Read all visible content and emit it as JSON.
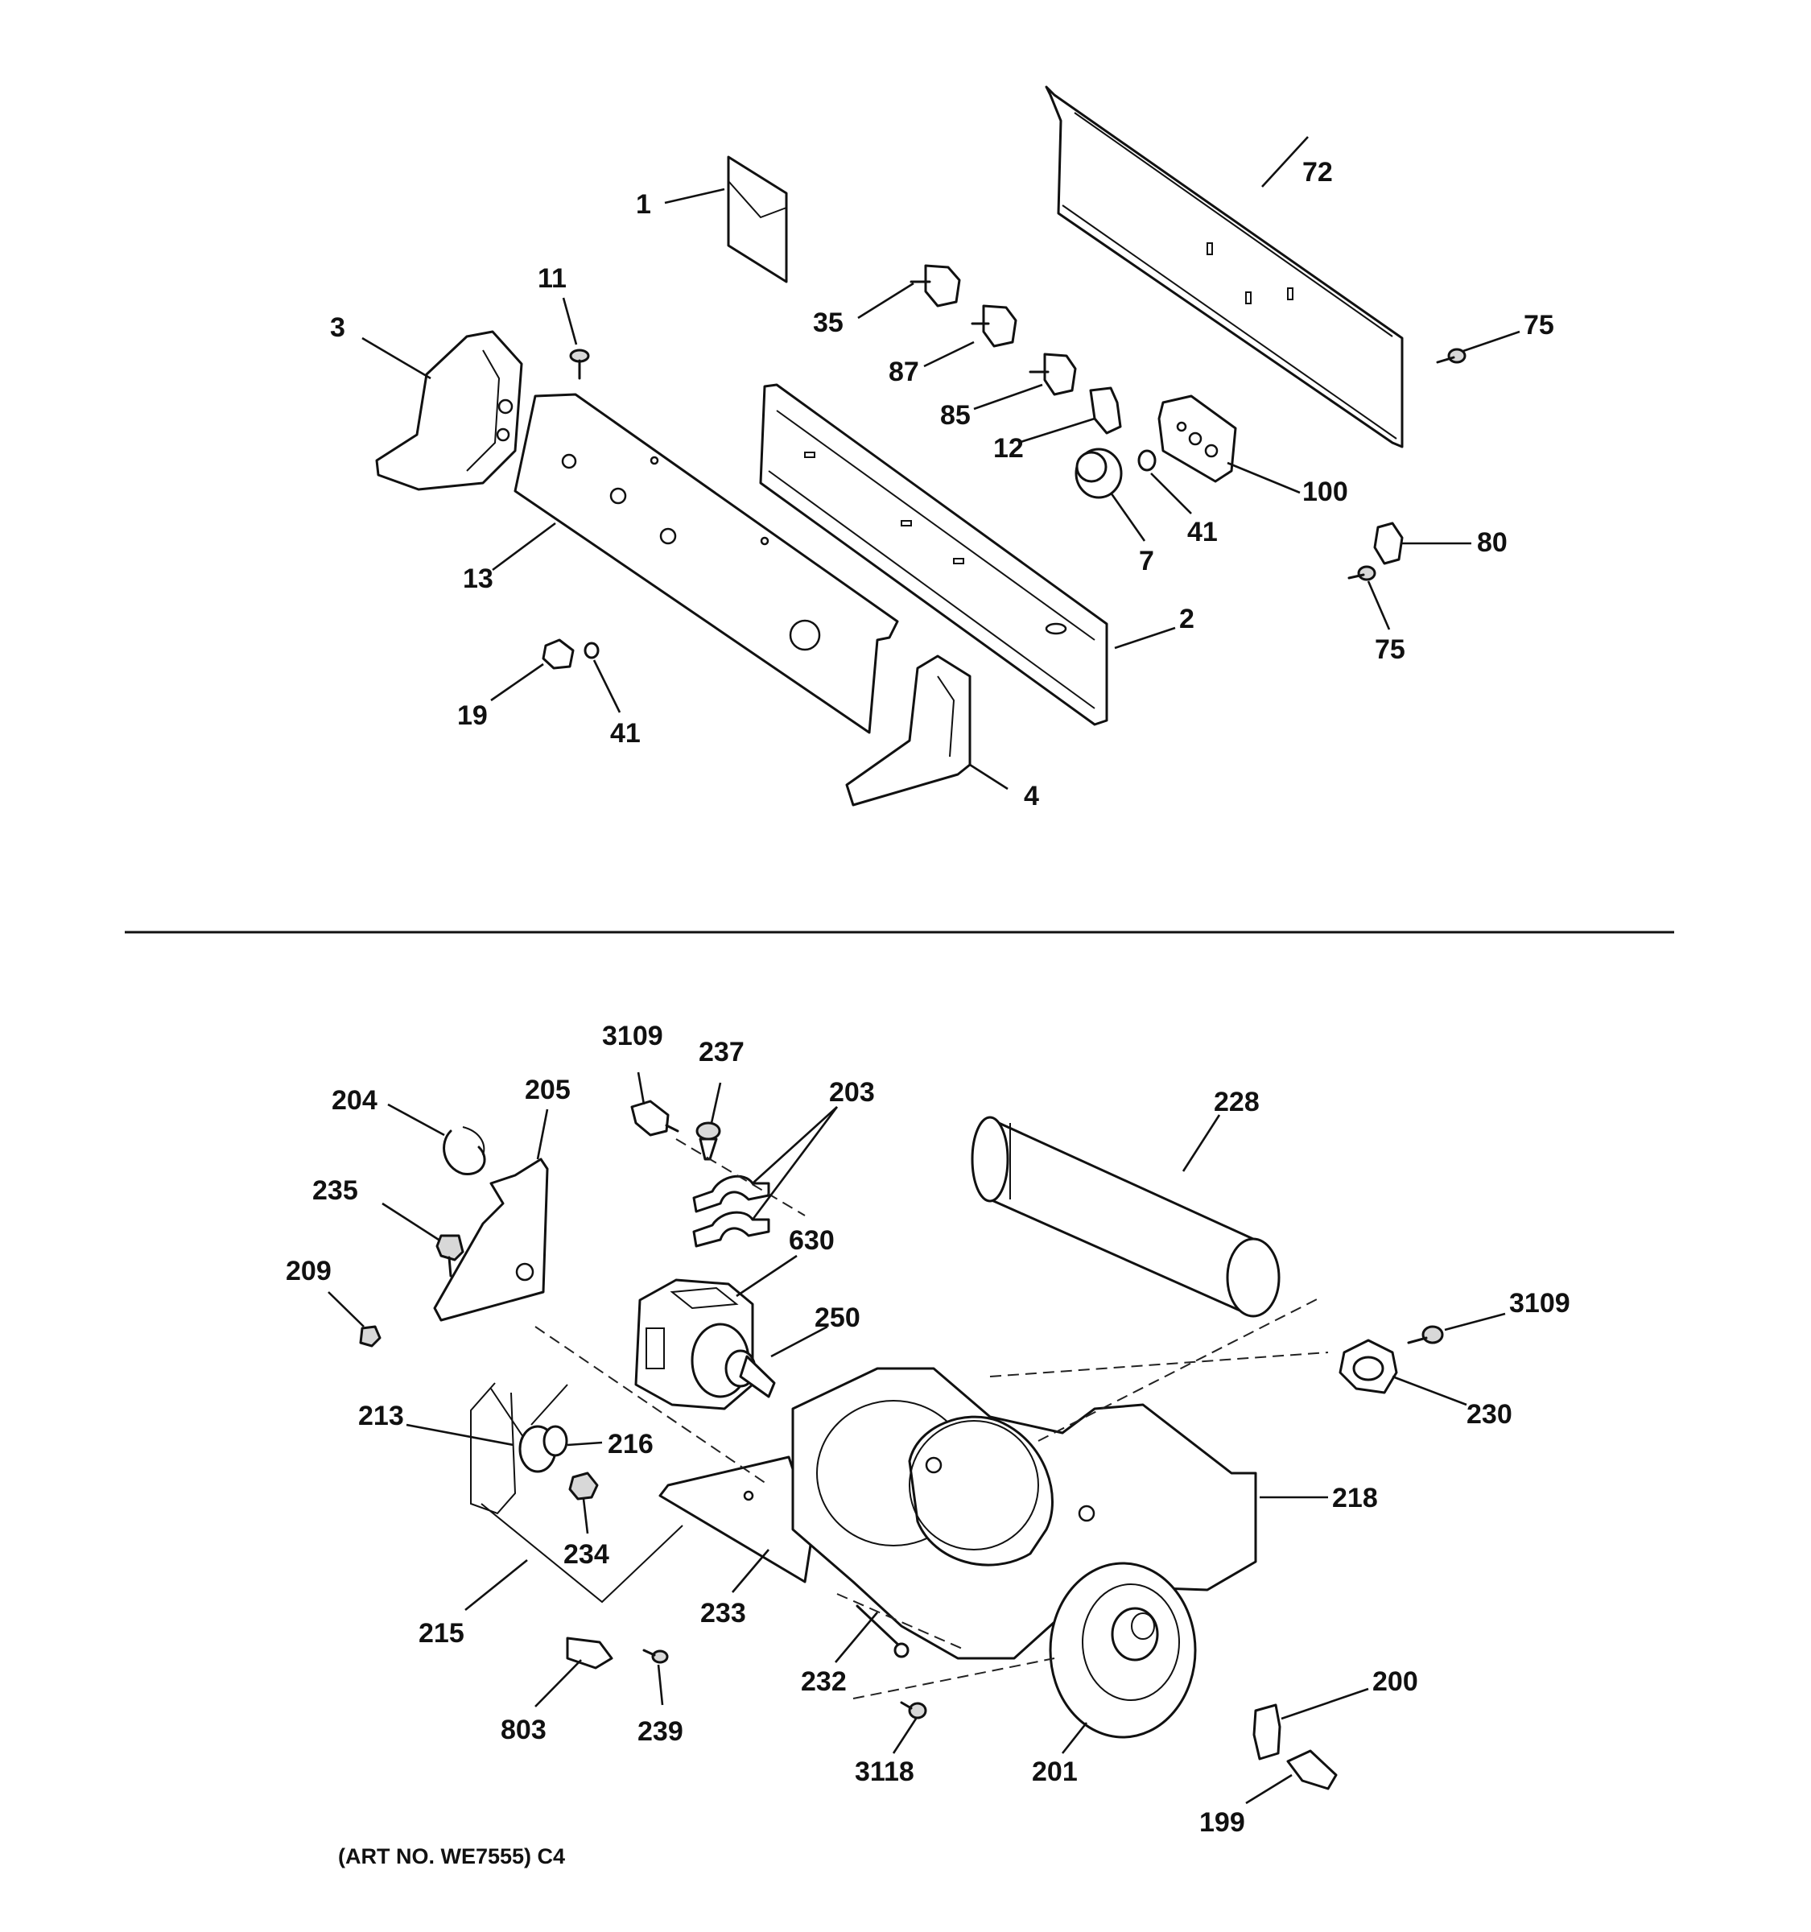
{
  "upper_callouts": [
    "1",
    "72",
    "11",
    "3",
    "35",
    "75",
    "87",
    "85",
    "12",
    "100",
    "13",
    "7",
    "41",
    "80",
    "2",
    "75",
    "19",
    "41",
    "4"
  ],
  "lower_callouts": [
    "3109",
    "237",
    "204",
    "205",
    "203",
    "228",
    "235",
    "630",
    "209",
    "3109",
    "250",
    "213",
    "216",
    "230",
    "218",
    "234",
    "215",
    "233",
    "232",
    "200",
    "803",
    "239",
    "3118",
    "201",
    "199"
  ],
  "art_number": "(ART NO. WE7555) C4",
  "colors": {
    "ink": "#111111",
    "background": "#ffffff"
  }
}
